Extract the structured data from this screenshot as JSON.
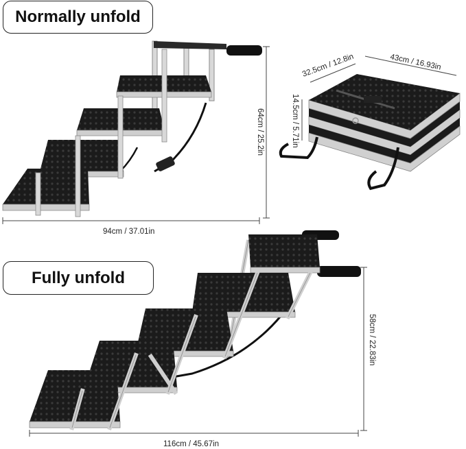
{
  "sections": {
    "normal": {
      "title": "Normally unfold"
    },
    "full": {
      "title": "Fully unfold"
    }
  },
  "dimensions": {
    "normal_height": "64cm / 25.2in",
    "normal_length": "94cm / 37.01in",
    "folded_width": "32.5cm / 12.8in",
    "folded_length": "43cm / 16.93in",
    "folded_thickness": "14.5cm / 5.71in",
    "full_height": "58cm / 22.83in",
    "full_length": "116cm / 45.67in"
  },
  "colors": {
    "tread": "#1b1b1b",
    "frame": "#d9d9d9",
    "frame_edge": "#8a8a8a",
    "dimension_line": "#444444"
  }
}
